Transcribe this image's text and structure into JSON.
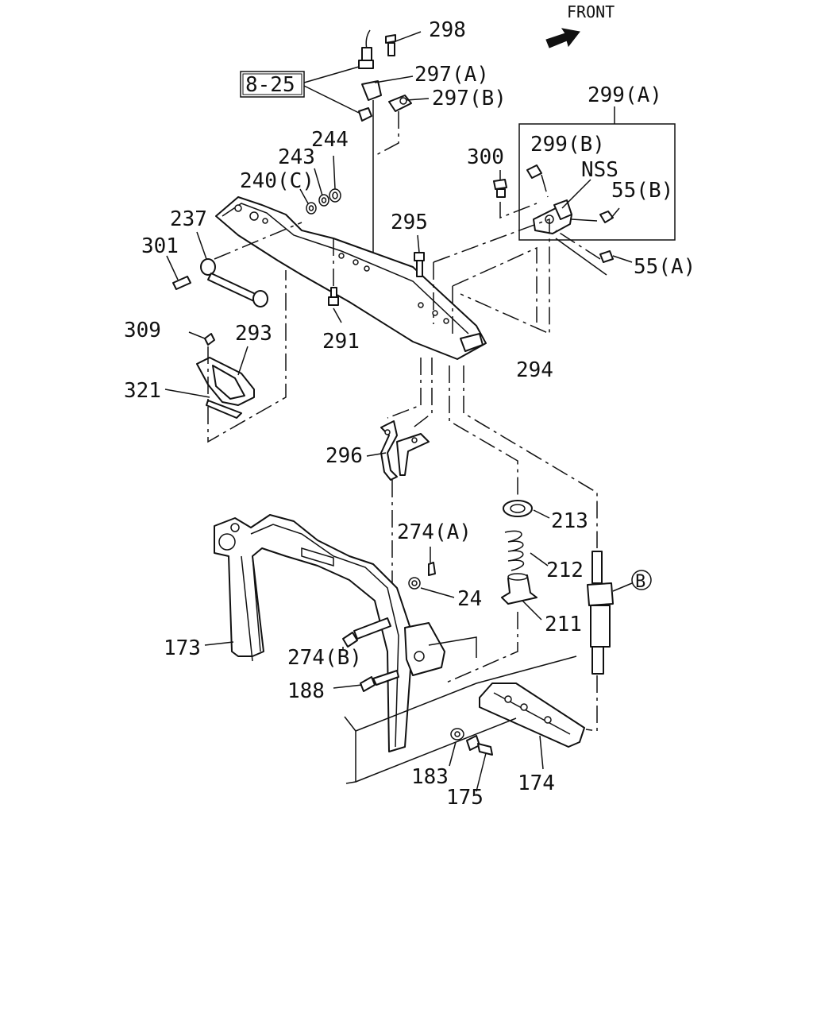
{
  "front_label": "FRONT",
  "ref_box": "8-25",
  "circle_ref": "B",
  "callouts": {
    "p298": "298",
    "p297a": "297(A)",
    "p297b": "297(B)",
    "p299a": "299(A)",
    "p299b": "299(B)",
    "nss": "NSS",
    "p55b": "55(B)",
    "p55a": "55(A)",
    "p300": "300",
    "p244": "244",
    "p243": "243",
    "p240c": "240(C)",
    "p237": "237",
    "p301": "301",
    "p295": "295",
    "p291": "291",
    "p309": "309",
    "p293": "293",
    "p321": "321",
    "p294": "294",
    "p296": "296",
    "p274a": "274(A)",
    "p24": "24",
    "p213": "213",
    "p212": "212",
    "p211": "211",
    "p173": "173",
    "p274b": "274(B)",
    "p188": "188",
    "p183": "183",
    "p175": "175",
    "p174": "174"
  }
}
